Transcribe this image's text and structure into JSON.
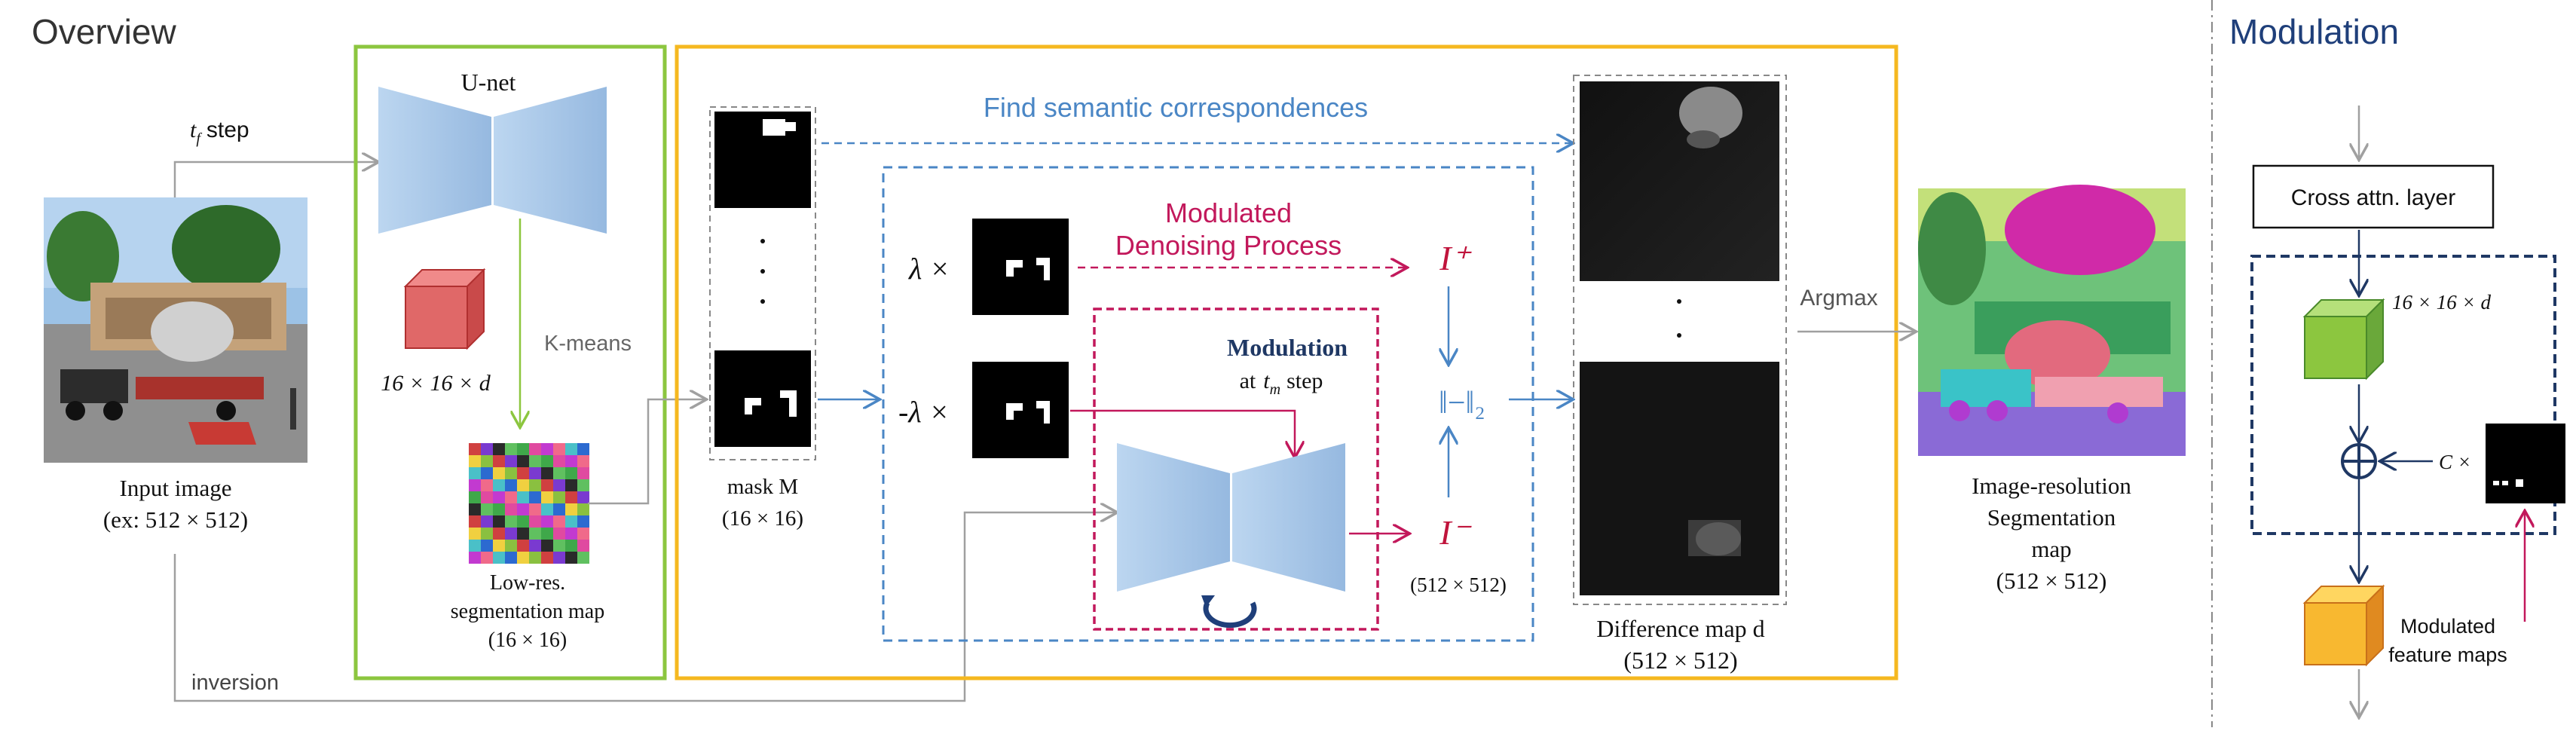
{
  "overview": {
    "title": "Overview",
    "tf_step_symbol": "t",
    "tf_step_sub": "f",
    "tf_step_word": "step",
    "input_label_line1": "Input image",
    "input_label_line2": "(ex: 512 × 512)",
    "inversion": "inversion",
    "unet": "U-net",
    "feature_dim": "16 × 16 × d",
    "kmeans": "K-means",
    "lowres_line1": "Low-res.",
    "lowres_line2": "segmentation map",
    "lowres_line3": "(16 × 16)",
    "find_correspondences": "Find semantic correspondences",
    "mask_label_line1": "mask M",
    "mask_label_line2": "(16 × 16)",
    "lambda_pos": "λ ×",
    "lambda_neg": "-λ ×",
    "modulated_line1": "Modulated",
    "modulated_line2": "Denoising Process",
    "modulation_bold": "Modulation",
    "modulation_at": "at",
    "tm_symbol": "t",
    "tm_sub": "m",
    "tm_word": "step",
    "i_plus": "I⁺",
    "i_minus": "I⁻",
    "norm": "‖−‖₂",
    "i_size": "(512 × 512)",
    "diff_line1": "Difference map d",
    "diff_line2": "(512 × 512)",
    "argmax": "Argmax",
    "seg_line1": "Image-resolution",
    "seg_line2": "Segmentation",
    "seg_line3": "map",
    "seg_line4": "(512 × 512)",
    "colors": {
      "green_frame": "#8cc63f",
      "orange_frame": "#f5b820",
      "blue_dashed": "#4a86c5",
      "magenta": "#c2185b",
      "red_text": "#c0143c",
      "gray_arrow": "#a0a0a0",
      "unet_blue": "#a9c8ea"
    }
  },
  "modulation_panel": {
    "title": "Modulation",
    "cross_attn": "Cross attn. layer",
    "feature_dim": "16 × 16 × d",
    "c_times": "C ×",
    "output_line1": "Modulated",
    "output_line2": "feature maps",
    "colors": {
      "navy": "#1f3864",
      "title": "#1f3f7a"
    }
  }
}
